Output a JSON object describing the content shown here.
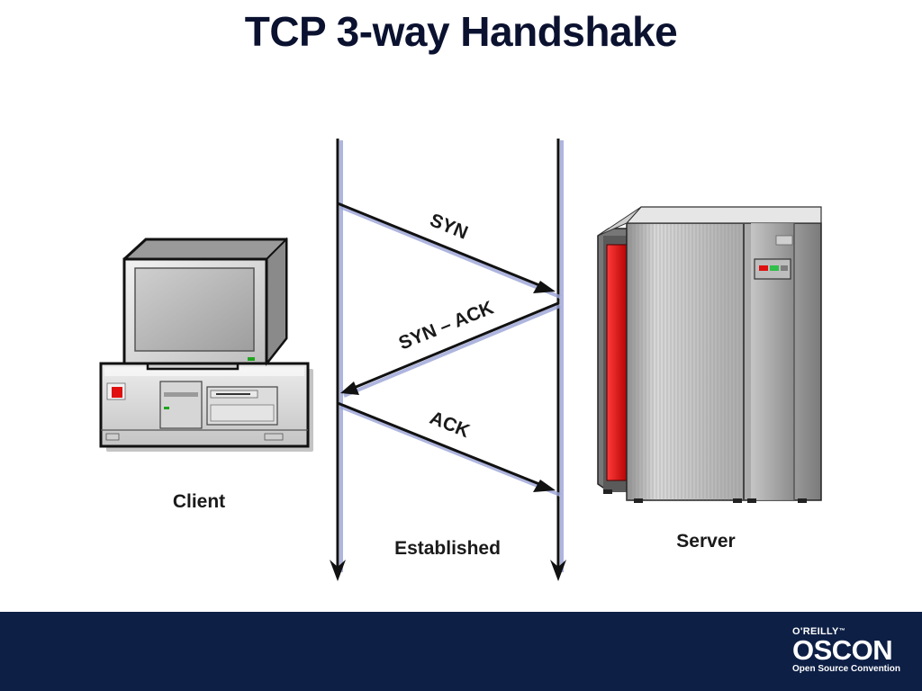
{
  "title": "TCP 3-way Handshake",
  "labels": {
    "client": "Client",
    "server": "Server",
    "established": "Established"
  },
  "messages": [
    {
      "label": "SYN",
      "from": "client",
      "to": "server"
    },
    {
      "label": "SYN – ACK",
      "from": "server",
      "to": "client"
    },
    {
      "label": "ACK",
      "from": "client",
      "to": "server"
    }
  ],
  "footer": {
    "publisher": "O'REILLY",
    "trademark": "™",
    "logo_name": "OSCON",
    "logo_tagline": "Open Source Convention"
  },
  "colors": {
    "footer_band": "#0d1f45",
    "title": "#0b1230",
    "server_panel": "#e01010"
  }
}
